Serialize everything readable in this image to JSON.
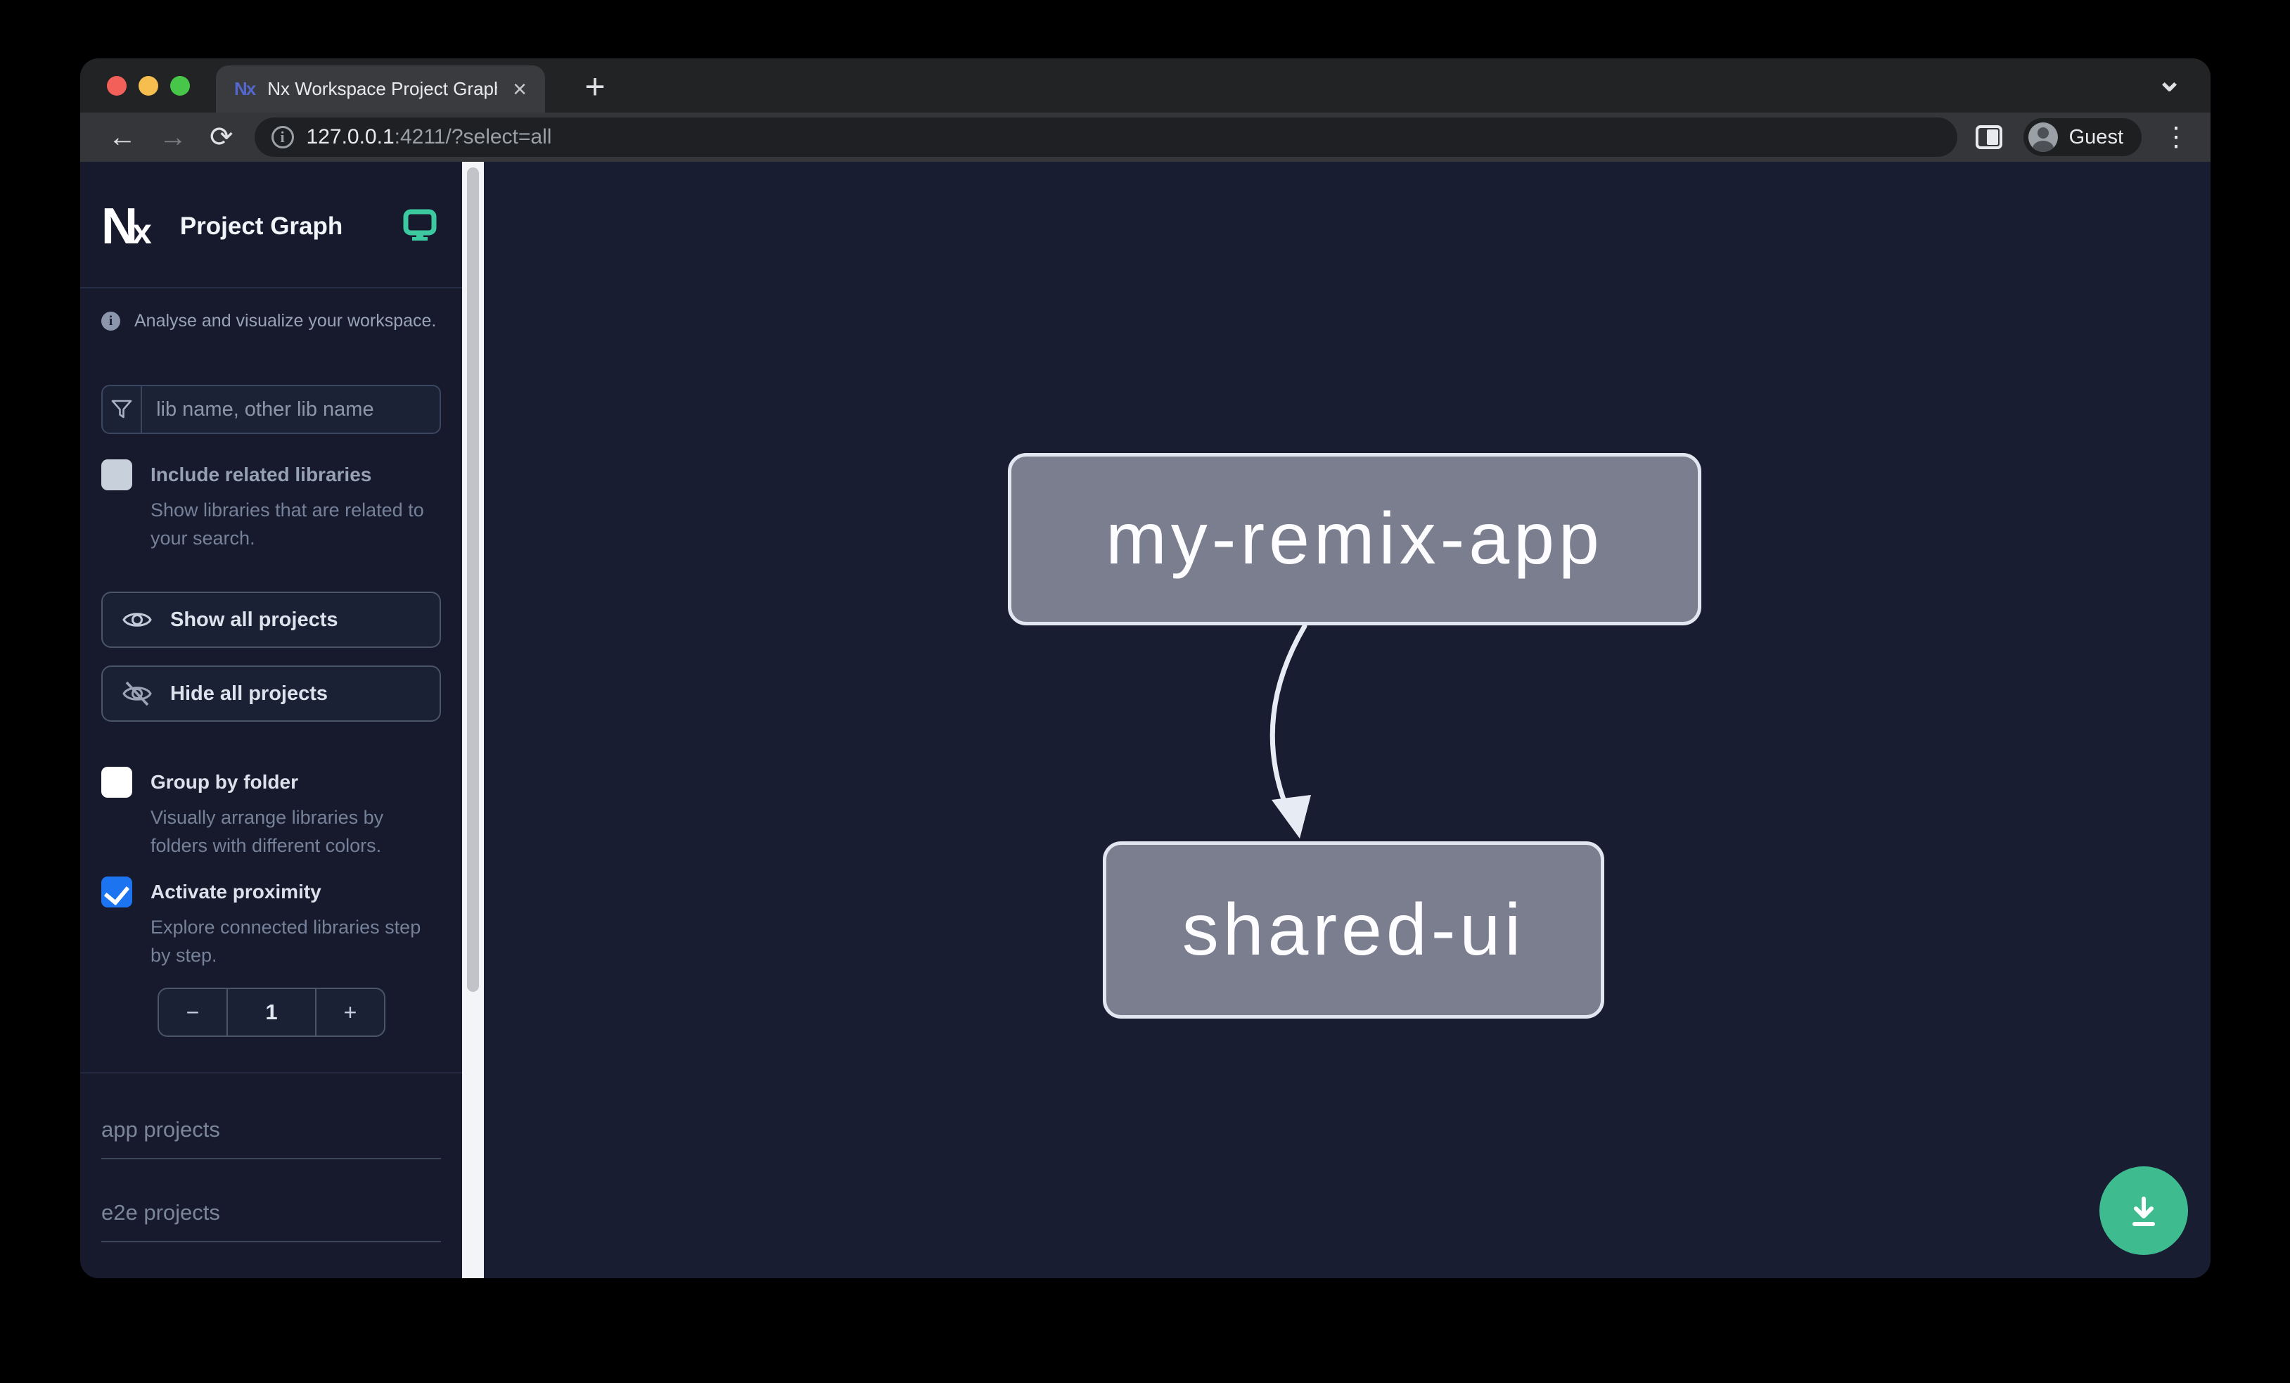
{
  "browser": {
    "tab_title": "Nx Workspace Project Graph",
    "url_host": "127.0.0.1",
    "url_rest": ":4211/?select=all",
    "profile_label": "Guest"
  },
  "sidebar": {
    "title": "Project Graph",
    "tagline": "Analyse and visualize your workspace.",
    "search_placeholder": "lib name, other lib name",
    "include_related": {
      "label": "Include related libraries",
      "description": "Show libraries that are related to your search.",
      "checked": false,
      "disabled": true
    },
    "show_all_label": "Show all projects",
    "hide_all_label": "Hide all projects",
    "group_by_folder": {
      "label": "Group by folder",
      "description": "Visually arrange libraries by folders with different colors.",
      "checked": false
    },
    "activate_proximity": {
      "label": "Activate proximity",
      "description": "Explore connected libraries step by step.",
      "checked": true
    },
    "proximity": {
      "decrement": "−",
      "value": "1",
      "increment": "+"
    },
    "sections": [
      {
        "label": "app projects"
      },
      {
        "label": "e2e projects"
      }
    ]
  },
  "graph": {
    "nodes": [
      {
        "id": "my-remix-app"
      },
      {
        "id": "shared-ui"
      }
    ],
    "edges": [
      {
        "from": "my-remix-app",
        "to": "shared-ui"
      }
    ]
  },
  "colors": {
    "accent_green": "#3fbb90",
    "checkbox_blue": "#1d74f0",
    "node_fill": "#7b7e8e",
    "canvas_bg": "#191d32",
    "sidebar_bg": "#161a2c"
  }
}
